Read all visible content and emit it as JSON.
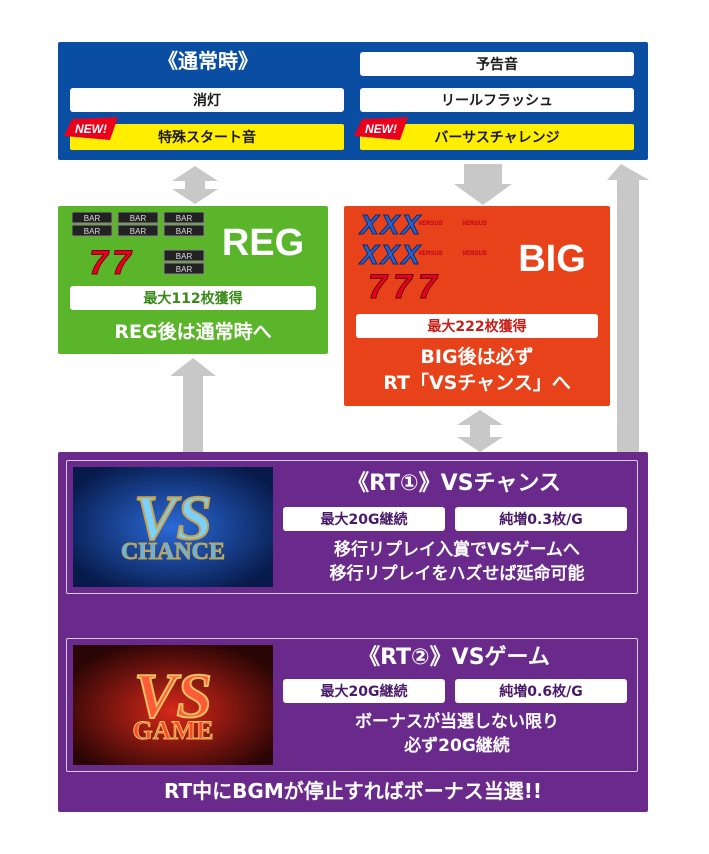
{
  "normal": {
    "title": "《通常時》",
    "left_items": [
      "消灯",
      "特殊スタート音"
    ],
    "right_items": [
      "予告音",
      "リールフラッシュ",
      "バーサスチャレンジ"
    ],
    "new_badge": "NEW!"
  },
  "reg": {
    "name": "REG",
    "award": "最大112枚獲得",
    "note": "REG後は通常時へ",
    "reel_labels": [
      "BAR",
      "BAR",
      "BAR",
      "BAR",
      "BAR",
      "BAR",
      "BAR",
      "BAR"
    ],
    "sevens": "77"
  },
  "big": {
    "name": "BIG",
    "award": "最大222枚獲得",
    "note_line1": "BIG後は必ず",
    "note_line2": "RT「VSチャンス」へ",
    "sevens": "777",
    "versus_labels": [
      "VERSUS",
      "VERSUS",
      "VERSUS",
      "VERSUS"
    ]
  },
  "rt1": {
    "title": "《RT①》VSチャンス",
    "stat1": "最大20G継続",
    "stat2": "純増0.3枚/G",
    "desc1": "移行リプレイ入賞でVSゲームへ",
    "desc2": "移行リプレイをハズせば延命可能",
    "logo_top": "VS",
    "logo_bottom": "CHANCE"
  },
  "rt2": {
    "title": "《RT②》VSゲーム",
    "stat1": "最大20G継続",
    "stat2": "純増0.6枚/G",
    "desc1": "ボーナスが当選しない限り",
    "desc2": "必ず20G継続",
    "logo_top": "VS",
    "logo_bottom": "GAME"
  },
  "footer": "RT中にBGMが停止すればボーナス当選!!",
  "colors": {
    "normal_bg": "#0a4ea3",
    "reg_bg": "#5bb52a",
    "big_bg": "#e8421a",
    "rt_bg": "#6a2a8c",
    "arrow": "#c8c8c8",
    "new_badge": "#e8001c",
    "highlight": "#ffee00"
  }
}
